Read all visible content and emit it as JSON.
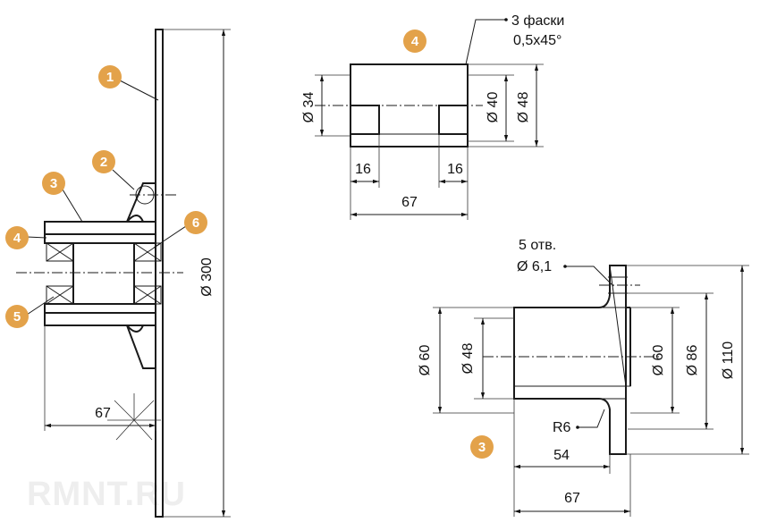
{
  "callouts": {
    "c1": "1",
    "c2": "2",
    "c3": "3",
    "c4": "4",
    "c5": "5",
    "c6": "6",
    "part4": "4",
    "part3": "3"
  },
  "assembly": {
    "dim_diameter": "Ø 300",
    "dim_length": "67"
  },
  "part4": {
    "note_line1": "3 фаски",
    "note_line2": "0,5x45°",
    "dim_d34": "Ø 34",
    "dim_d40": "Ø 40",
    "dim_d48": "Ø 48",
    "dim_left": "16",
    "dim_right": "16",
    "dim_length": "67"
  },
  "part3": {
    "holes_line1": "5 отв.",
    "holes_line2": "Ø 6,1",
    "dim_d60_left": "Ø 60",
    "dim_d48": "Ø 48",
    "dim_d60_right": "Ø 60",
    "dim_d86": "Ø 86",
    "dim_d110": "Ø 110",
    "radius": "R6",
    "dim_54": "54",
    "dim_67": "67"
  },
  "watermark": "RMNT.RU",
  "colors": {
    "badge": "#e3a24a",
    "line": "#1a1a1a",
    "watermark": "#eeeeee"
  }
}
